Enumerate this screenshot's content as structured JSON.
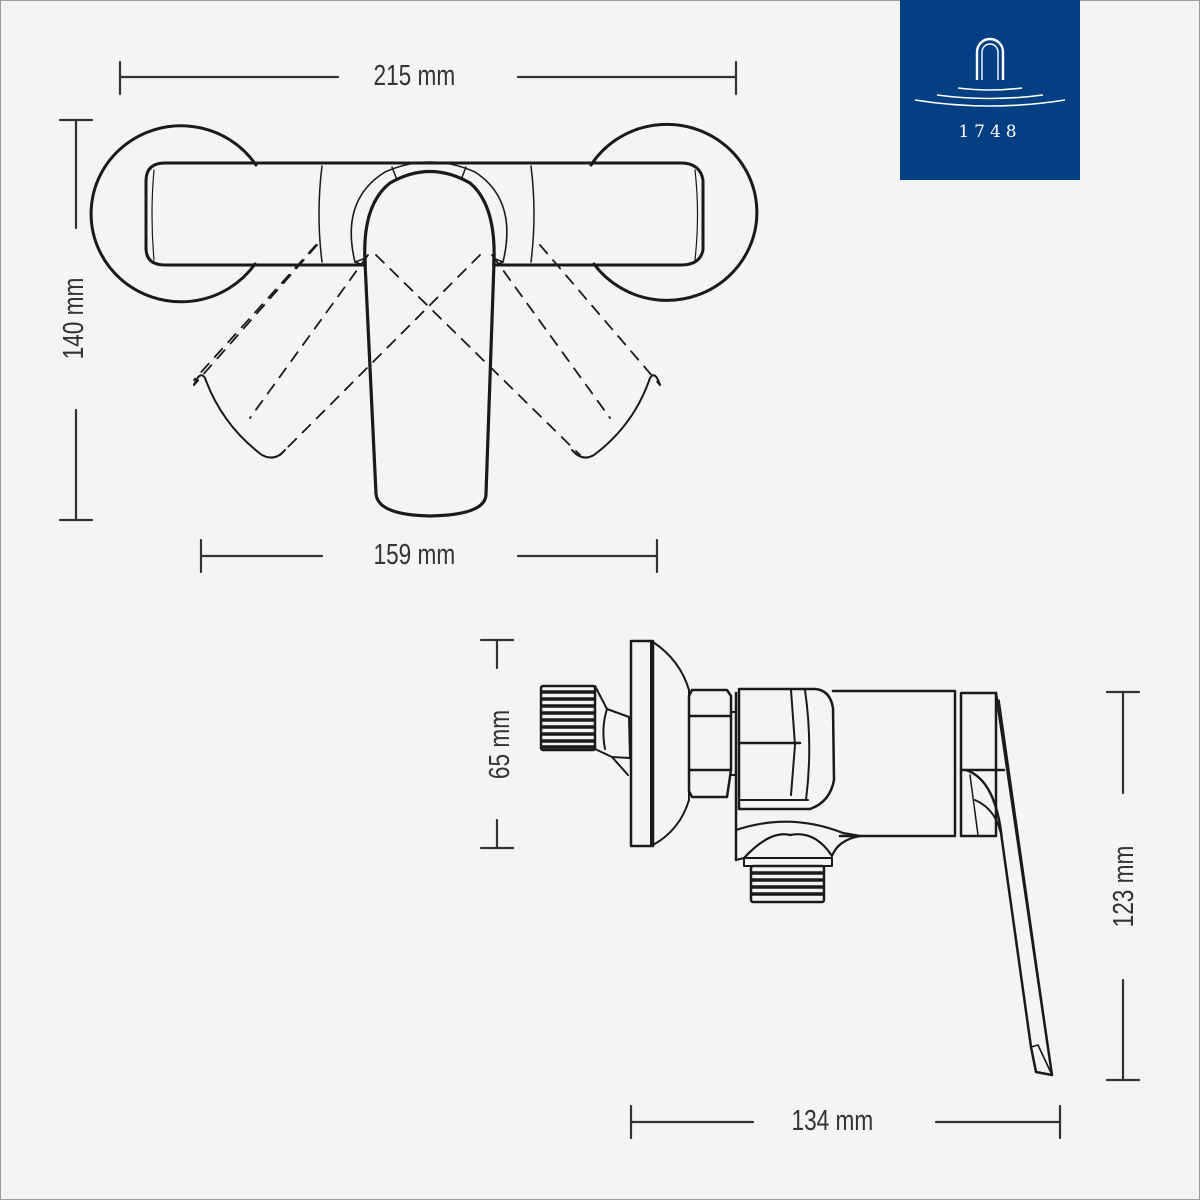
{
  "brand": {
    "logo_icon": "fountain-arch-icon",
    "year": "1748",
    "background_color": "#043f84",
    "foreground_color": "#ffffff"
  },
  "colors": {
    "page_background": "#f4f4f4",
    "line": "#1a1a1a",
    "dimension_text": "#333333"
  },
  "front_view": {
    "description": "Front view of wall-mounted single-lever shower mixer with dashed handle swing positions",
    "dimensions": {
      "overall_width": "215 mm",
      "overall_height": "140 mm",
      "handle_swing_width": "159 mm"
    }
  },
  "side_view": {
    "description": "Side view of mixer with S-union connector, nut, body and lever",
    "dimensions": {
      "union_height": "65 mm",
      "lever_height": "123 mm",
      "projection_depth": "134 mm"
    }
  }
}
